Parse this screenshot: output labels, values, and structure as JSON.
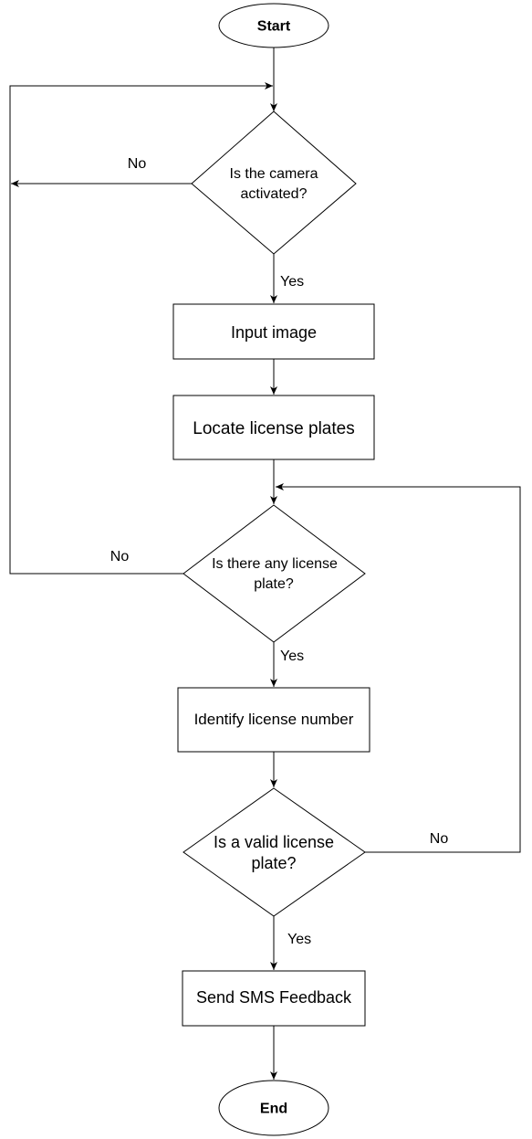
{
  "nodes": {
    "start": "Start",
    "camera_q_line1": "Is the camera",
    "camera_q_line2": "activated?",
    "input_image": "Input image",
    "locate_plates": "Locate license plates",
    "plate_q_line1": "Is there any license",
    "plate_q_line2": "plate?",
    "identify_number": "Identify license number",
    "valid_q_line1": "Is a valid license",
    "valid_q_line2": "plate?",
    "send_sms": "Send SMS Feedback",
    "end": "End"
  },
  "edges": {
    "camera_no": "No",
    "camera_yes": "Yes",
    "plate_no": "No",
    "plate_yes": "Yes",
    "valid_no": "No",
    "valid_yes": "Yes"
  }
}
